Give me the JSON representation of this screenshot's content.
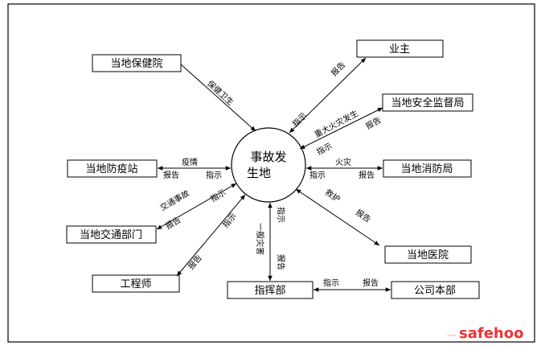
{
  "center": {
    "line1": "事故发",
    "line2": "生地"
  },
  "boxes": {
    "health_clinic": "当地保健院",
    "owner": "业主",
    "safety_bureau": "当地安全监督局",
    "epidemic_station": "当地防疫站",
    "fire_bureau": "当地消防局",
    "transport_dept": "当地交通部门",
    "hospital": "当地医院",
    "engineer": "工程师",
    "command": "指挥部",
    "head_office": "公司本部"
  },
  "labels": {
    "health_care": "保健卫生",
    "report": "报告",
    "instruct": "指示",
    "major_fire": "重大火灾发生",
    "epidemic": "疫情",
    "fire": "火灾",
    "traffic_accident": "交通事故",
    "rescue": "救护",
    "general_disaster": "一般灾害"
  },
  "watermark": {
    "brand": "safehoo"
  }
}
